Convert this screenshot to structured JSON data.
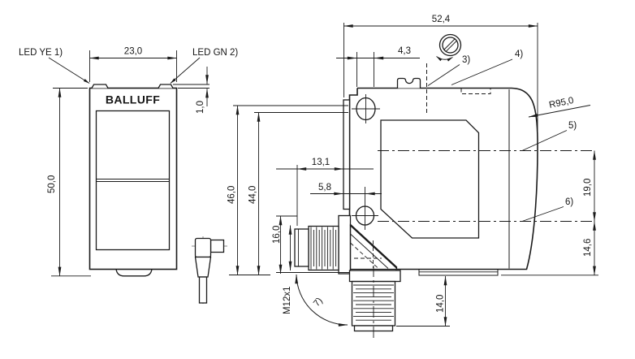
{
  "figure": {
    "title": "sensor-dimensional-drawing",
    "background": "#ffffff",
    "line_color": "#1b1b1b"
  },
  "front_view": {
    "logo": "BALLUFF",
    "label_led_yellow": "LED YE 1)",
    "label_led_green": "LED GN 2)",
    "dim_width": "23,0",
    "dim_height": "50,0",
    "dim_led_height": "1,0"
  },
  "side_view": {
    "dim_depth": "52,4",
    "dim_hole_offset": "4,3",
    "dim_radius": "R95,0",
    "dim_axis_spacing": "19,0",
    "dim_axis_to_bottom": "14,6",
    "dim_height_outer": "46,0",
    "dim_height_inner": "44,0",
    "dim_conn_to_face": "13,1",
    "dim_hole_to_face": "5,8",
    "dim_flange_height": "16,0",
    "label_thread": "M12x1",
    "dim_conn_length": "14,0",
    "callout_adjuster": "3)",
    "callout_4": "4)",
    "callout_emitter": "5)",
    "callout_receiver": "6)",
    "callout_rotation": "7)"
  }
}
